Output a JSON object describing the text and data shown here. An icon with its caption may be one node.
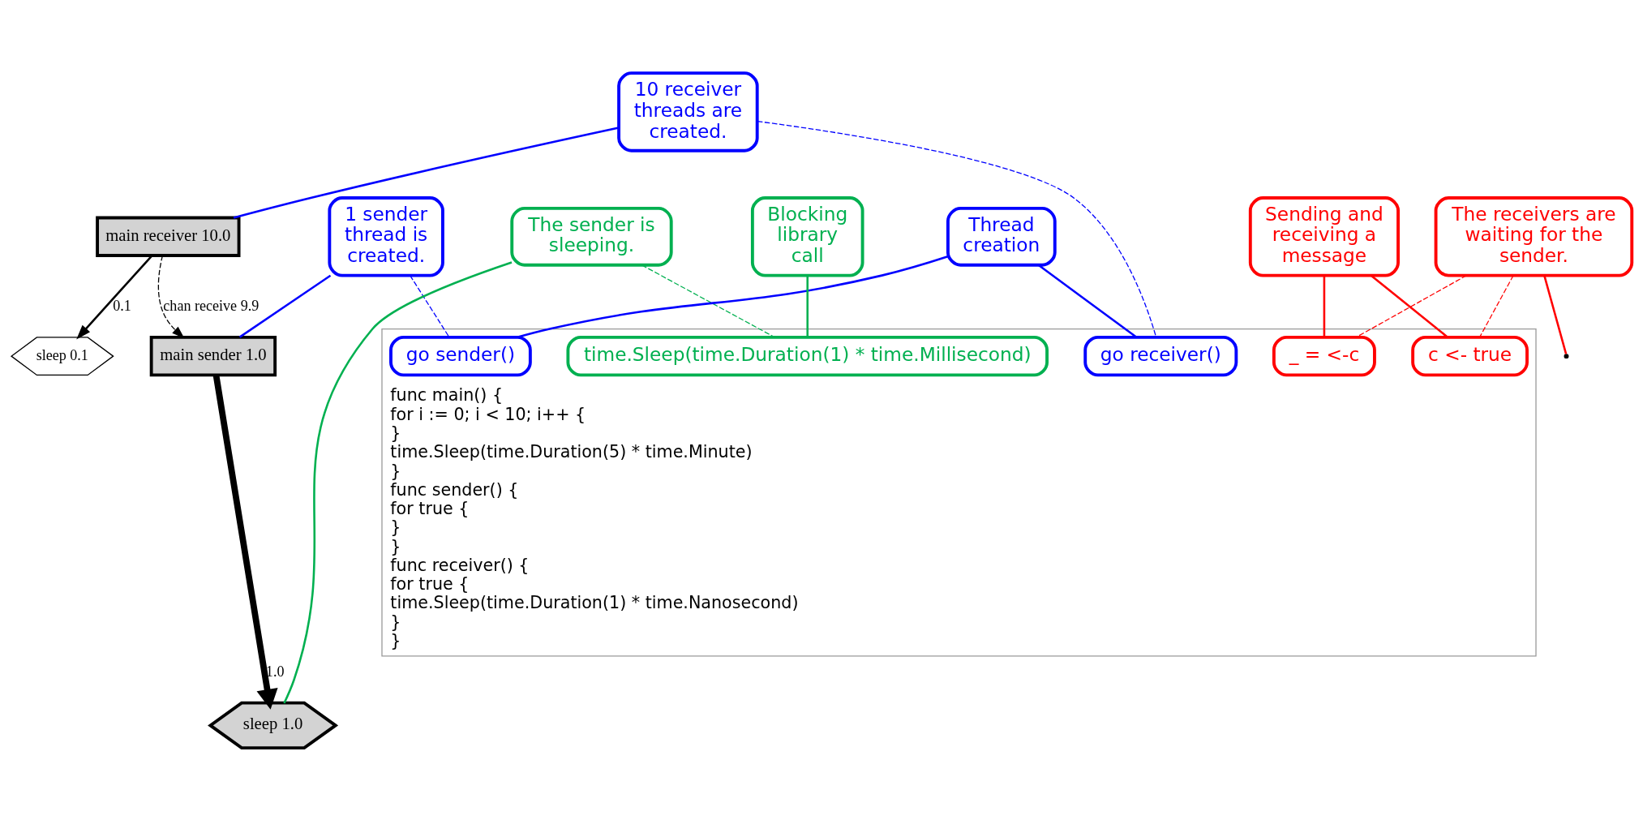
{
  "diagram": {
    "nodes": [
      {
        "text": [
          "main receiver 10.0"
        ]
      },
      {
        "text": [
          "sleep 0.1"
        ]
      },
      {
        "text": [
          "main sender 1.0"
        ]
      },
      {
        "text": [
          "sleep 1.0"
        ]
      },
      {
        "text": [
          "10 receiver threads are created."
        ]
      },
      {
        "text": [
          "The receivers are waiting for the sender."
        ]
      },
      {
        "text": [
          "1 sender thread is created."
        ]
      },
      {
        "text": [
          "The sender is sleeping."
        ]
      },
      {
        "text": [
          "Thread creation"
        ]
      },
      {
        "text": [
          "Sending and receiving a message"
        ]
      },
      {
        "text": [
          "Blocking library call"
        ]
      },
      {
        "text": [
          "func main() {",
          "for i := 0; i < 10; i++ {",
          "}",
          "time.Sleep(time.Duration(5) * time.Minute)",
          "}",
          "func sender() {",
          "for true {",
          "}",
          "}",
          "func receiver() {",
          "for true {",
          "time.Sleep(time.Duration(1) * time.Nanosecond)",
          "}",
          "}"
        ]
      },
      {
        "text": [
          "go sender()"
        ],
        "in": 11
      },
      {
        "text": [
          "go receiver()"
        ],
        "in": 11
      },
      {
        "text": [
          "time.Sleep(time.Duration(1) * time.Millisecond)"
        ],
        "in": 11
      },
      {
        "text": [
          "c <- true"
        ],
        "in": 11
      },
      {
        "text": [
          "_ = <-c"
        ],
        "in": 11
      }
    ],
    "edges": [
      {
        "from": 0,
        "to": 2,
        "arrow": "to",
        "label": "chan receive 9.9",
        "style": "dashed",
        "color": "#000000"
      },
      {
        "from": 0,
        "to": 1,
        "arrow": "to",
        "label": "0.1",
        "color": "#000000"
      },
      {
        "from": 2,
        "to": 3,
        "arrow": "to",
        "label": "1.0",
        "style": "thick",
        "color": "#000000"
      },
      {
        "from": 4,
        "to": 0,
        "arrow": "none",
        "color": "#0000ff"
      },
      {
        "from": 5,
        "to": null,
        "arrow": "none",
        "color": "#ff0000"
      },
      {
        "from": 6,
        "to": 2,
        "arrow": "none",
        "color": "#0000ff"
      },
      {
        "from": 7,
        "to": 3,
        "arrow": "none",
        "color": "#00b050"
      },
      {
        "from": 8,
        "to": 12,
        "arrow": "none",
        "color": "#0000ff"
      },
      {
        "from": 8,
        "to": 13,
        "arrow": "none",
        "color": "#0000ff"
      },
      {
        "from": 9,
        "to": 15,
        "arrow": "none",
        "color": "#ff0000"
      },
      {
        "from": 9,
        "to": 16,
        "arrow": "none",
        "color": "#ff0000"
      },
      {
        "from": 10,
        "to": 14,
        "arrow": "none",
        "color": "#00b050"
      },
      {
        "from": 4,
        "to": 13,
        "arrow": "none",
        "style": "dashed",
        "color": "#0000ff"
      },
      {
        "from": 6,
        "to": 12,
        "arrow": "none",
        "style": "dashed",
        "color": "#0000ff"
      },
      {
        "from": 5,
        "to": 15,
        "arrow": "none",
        "style": "dashed",
        "color": "#ff0000"
      },
      {
        "from": 5,
        "to": 16,
        "arrow": "none",
        "style": "dashed",
        "color": "#ff0000"
      },
      {
        "from": 7,
        "to": 14,
        "arrow": "none",
        "style": "dashed",
        "color": "#00b050"
      }
    ]
  }
}
